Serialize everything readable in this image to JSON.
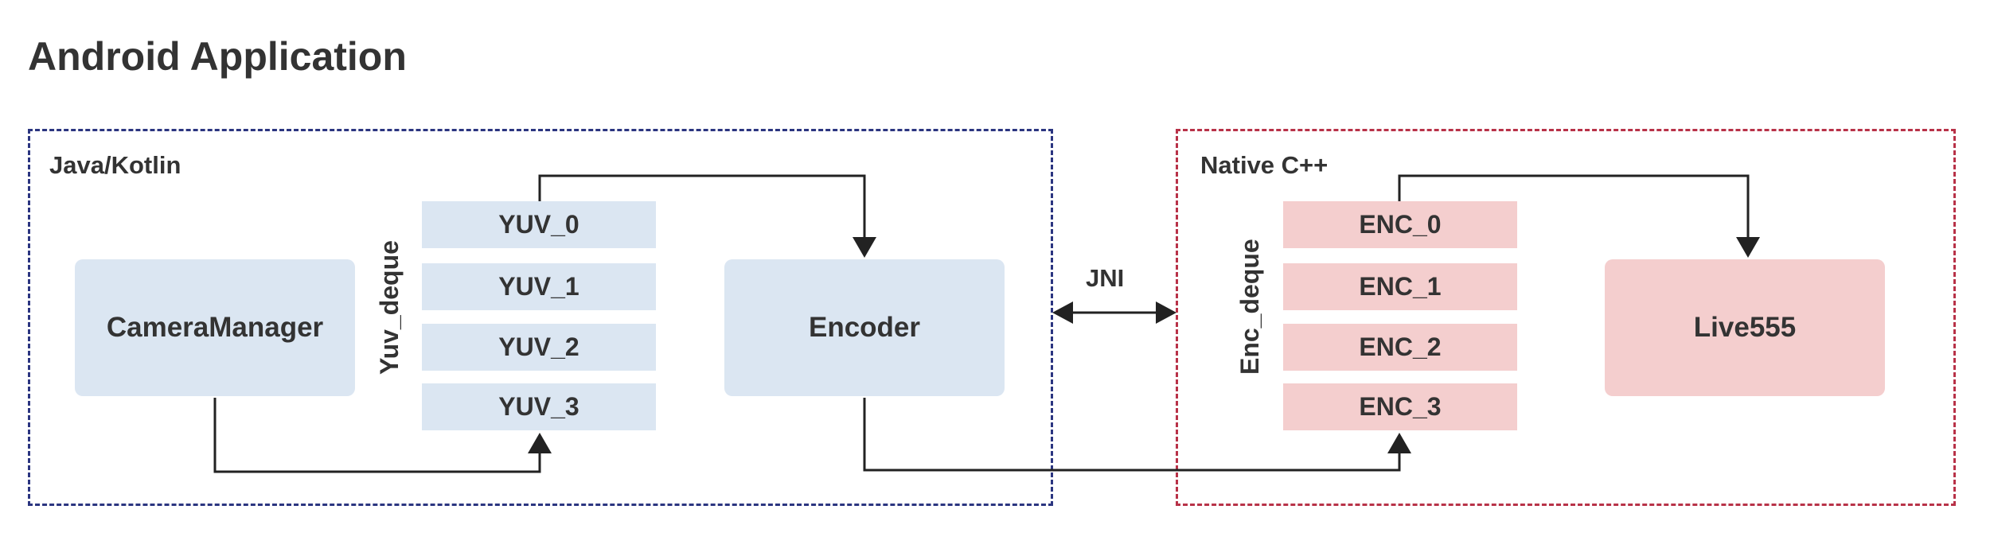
{
  "title": "Android Application",
  "regions": {
    "java": {
      "label": "Java/Kotlin",
      "border_color": "#2b3580"
    },
    "native": {
      "label": "Native C++",
      "border_color": "#b83248"
    }
  },
  "components": {
    "camera_manager": "CameraManager",
    "encoder": "Encoder",
    "live555": "Live555"
  },
  "yuv_deque": {
    "label": "Yuv_deque",
    "slots": [
      "YUV_0",
      "YUV_1",
      "YUV_2",
      "YUV_3"
    ]
  },
  "enc_deque": {
    "label": "Enc_deque",
    "slots": [
      "ENC_0",
      "ENC_1",
      "ENC_2",
      "ENC_3"
    ]
  },
  "jni_label": "JNI",
  "colors": {
    "java_fill": "#dbe6f2",
    "native_fill": "#f4cece",
    "text": "#333333",
    "arrow": "#222222"
  }
}
